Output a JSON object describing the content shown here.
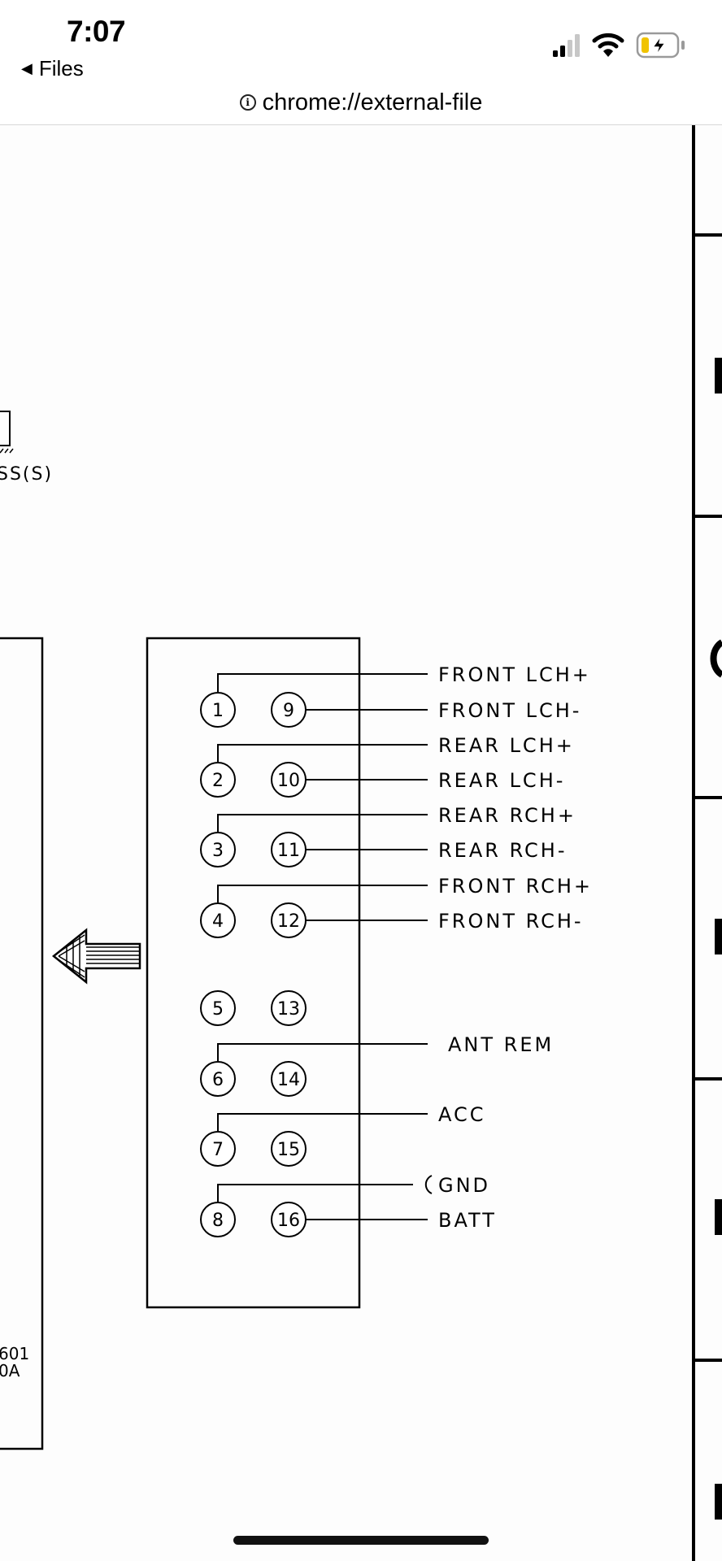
{
  "status_bar": {
    "time": "7:07",
    "back_label": "Files",
    "icons": [
      "cellular-signal-icon",
      "wifi-icon",
      "battery-charging-icon"
    ],
    "battery_charging": true
  },
  "address_bar": {
    "url": "chrome://external-file",
    "icon": "info-icon"
  },
  "schematic": {
    "partial_labels": {
      "chassis_fragment": "SS(S)",
      "module_code_line1": "601",
      "module_code_line2": "0A"
    },
    "connector": {
      "pin_pairs": [
        {
          "left": "1",
          "right": "9"
        },
        {
          "left": "2",
          "right": "10"
        },
        {
          "left": "3",
          "right": "11"
        },
        {
          "left": "4",
          "right": "12"
        },
        {
          "left": "5",
          "right": "13"
        },
        {
          "left": "6",
          "right": "14"
        },
        {
          "left": "7",
          "right": "15"
        },
        {
          "left": "8",
          "right": "16"
        }
      ],
      "signals": {
        "pin1": "FRONT LCH+",
        "pin9": "FRONT LCH-",
        "pin2": "REAR LCH+",
        "pin10": "REAR LCH-",
        "pin3": "REAR RCH+",
        "pin11": "REAR RCH-",
        "pin4": "FRONT RCH+",
        "pin12": "FRONT RCH-",
        "pin6": "ANT REM",
        "pin7": "ACC",
        "pin8": "GND",
        "pin16": "BATT"
      }
    },
    "arrow_direction": "left"
  }
}
